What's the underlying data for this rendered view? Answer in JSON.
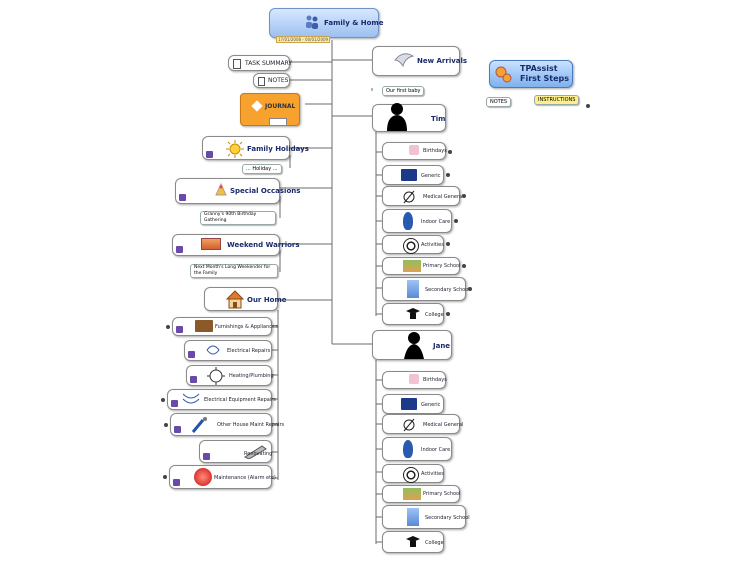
{
  "root": {
    "label": "Family & Home",
    "date": "17/01/2008 - 00/01/2009"
  },
  "left": {
    "task_summary": "TASK SUMMARY",
    "notes": "NOTES",
    "journal": "JOURNAL",
    "family_holidays": "Family Holidays",
    "holiday_item": "... Holiday ...",
    "special_occasions": "Special Occasions",
    "special_sub": "Granny's 90th Birthday Gathering",
    "weekend_warriors": "Weekend Warriors",
    "weekend_sub": "Next Month's Long Weekender for the Family",
    "our_home": "Our Home",
    "home_items": [
      "Furnishings & Appliances",
      "Electrical Repairs",
      "Heating/Plumbing",
      "Electrical Equipment Repairs",
      "Other House Maint Repairs",
      "Renovating",
      "Maintenance (Alarm etc)"
    ]
  },
  "right": {
    "new_arrivals": "New Arrivals",
    "first_baby": "Our first baby",
    "tim": "Tim",
    "jane": "Jane",
    "child_items": [
      "Birthdays",
      "Generic",
      "Medical General",
      "Indoor Care",
      "Activities",
      "Primary School",
      "Secondary School",
      "College"
    ]
  },
  "tpassist": {
    "title_line1": "TPAssist",
    "title_line2": "First Steps",
    "notes": "NOTES",
    "instructions": "INSTRUCTIONS"
  }
}
